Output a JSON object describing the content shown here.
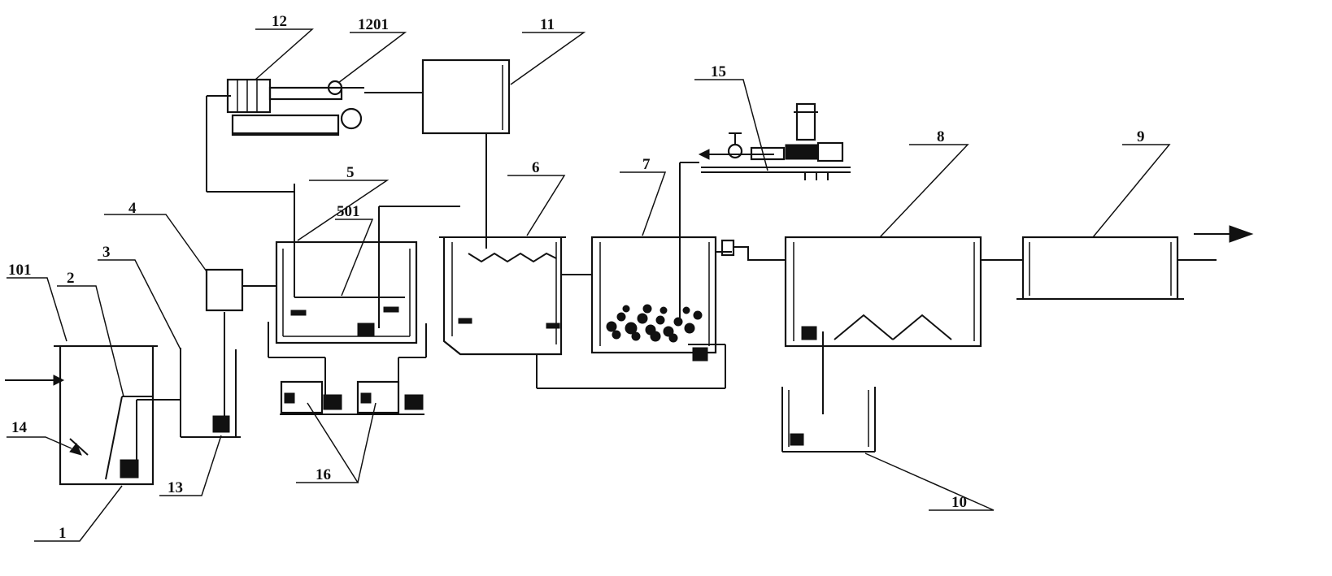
{
  "labels": {
    "l1": "1",
    "l101": "101",
    "l2": "2",
    "l3": "3",
    "l4": "4",
    "l5": "5",
    "l501": "501",
    "l6": "6",
    "l7": "7",
    "l8": "8",
    "l9": "9",
    "l10": "10",
    "l11": "11",
    "l12": "12",
    "l1201": "1201",
    "l13": "13",
    "l14": "14",
    "l15": "15",
    "l16": "16"
  }
}
